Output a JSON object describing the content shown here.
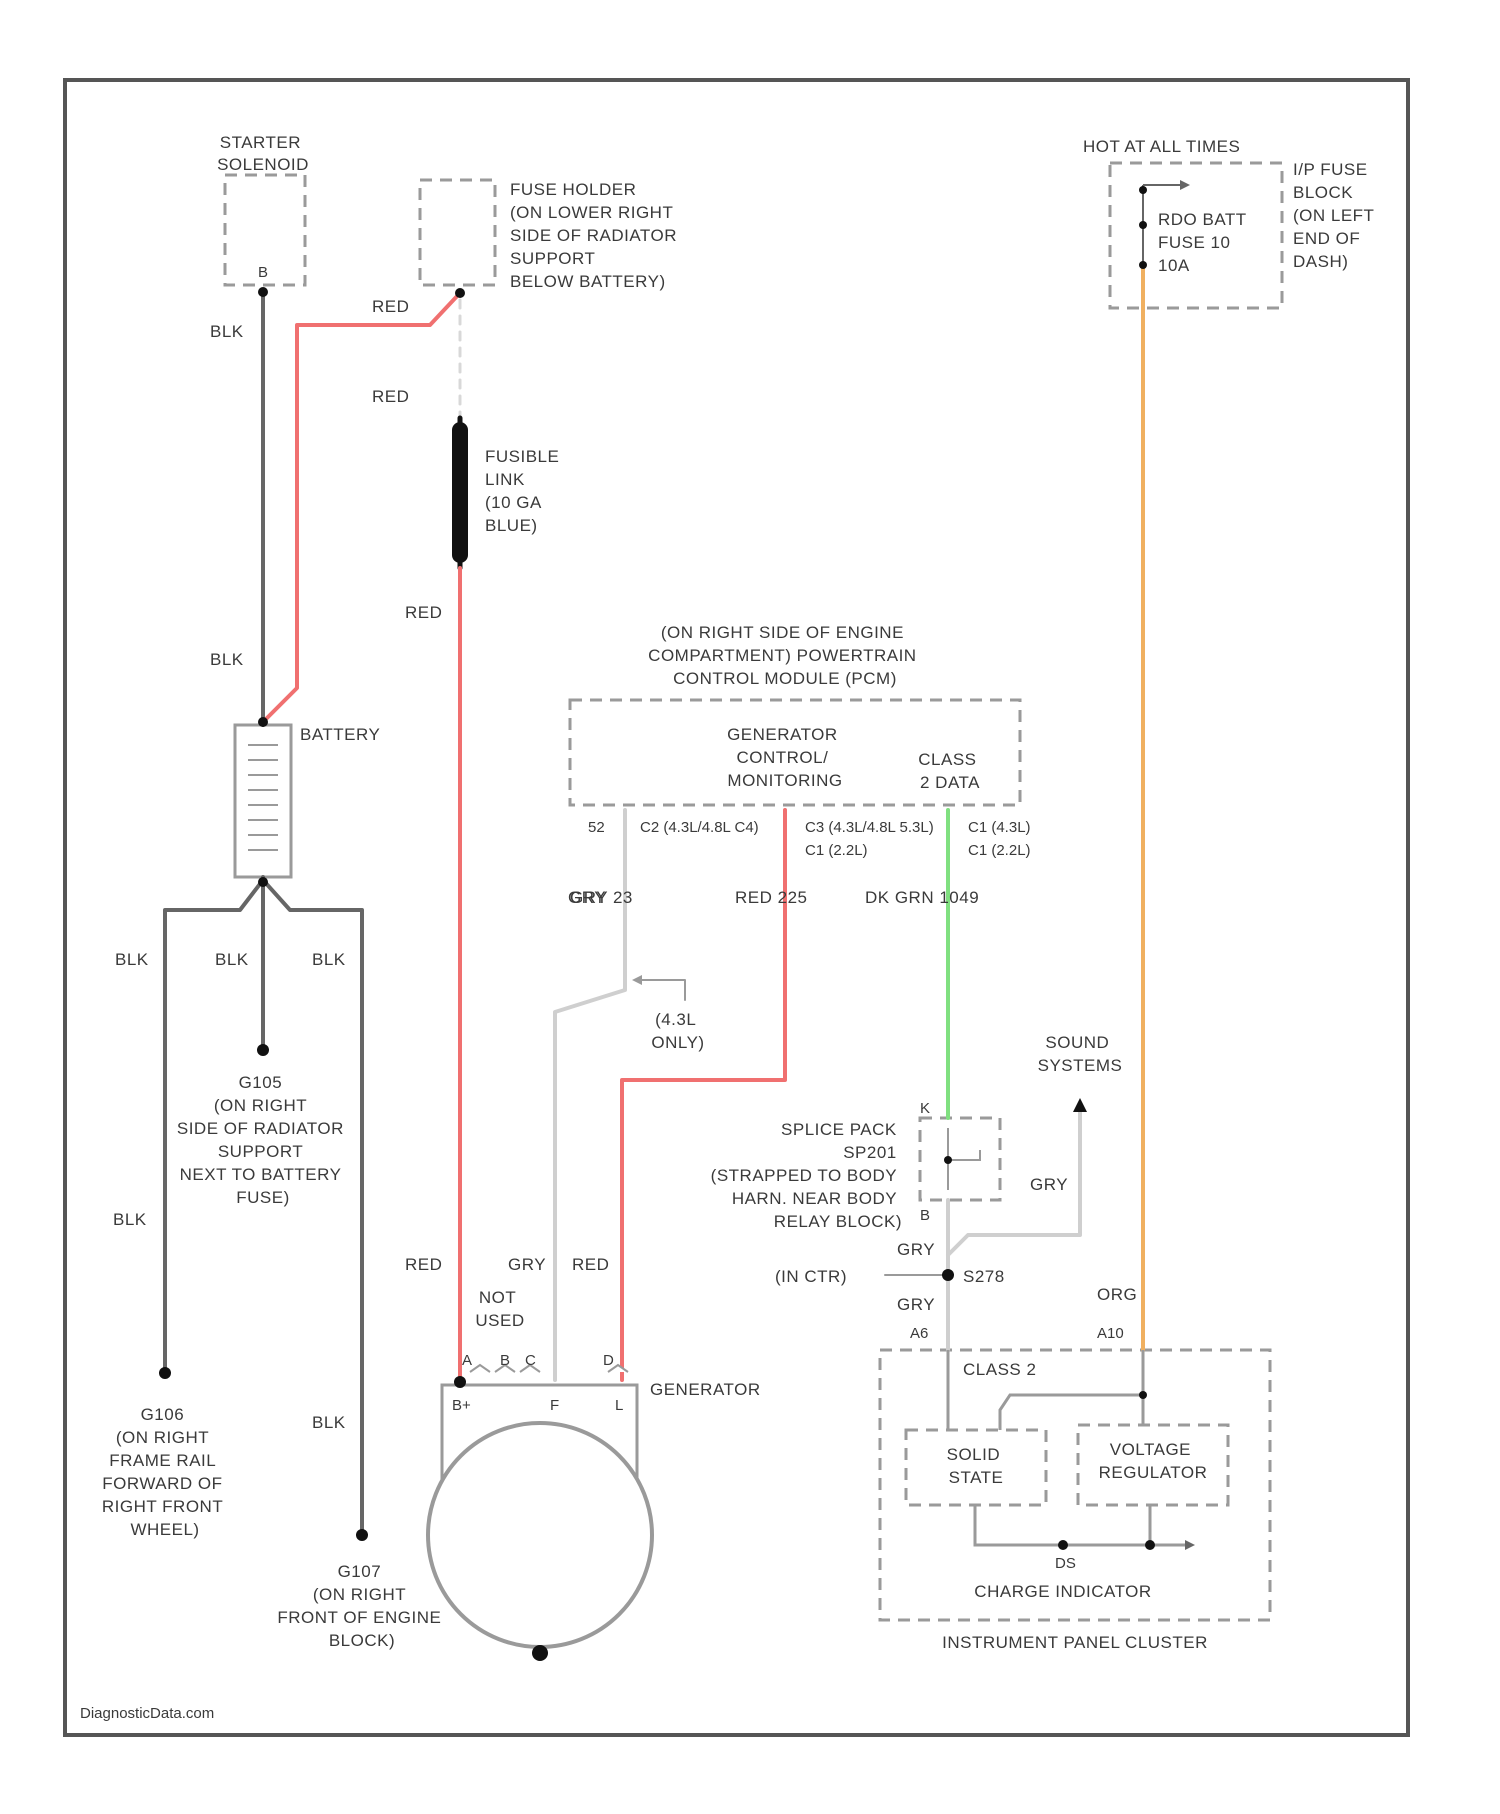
{
  "diagram": {
    "colors": {
      "blk": "#666666",
      "red": "#f07070",
      "gry": "#cfcfcf",
      "grn": "#80e080",
      "org": "#f0b060",
      "border": "#555555",
      "dashed": "#9a9a9a"
    },
    "watermark": "DiagnosticData.com",
    "starter": [
      "STARTER",
      "SOLENOID"
    ],
    "starter_pin": "B",
    "fuse_holder": [
      "FUSE HOLDER",
      "(ON LOWER RIGHT",
      "SIDE OF RADIATOR",
      "SUPPORT",
      "BELOW BATTERY)"
    ],
    "hot_label": "HOT AT ALL TIMES",
    "ip_fuse": [
      "I/P FUSE",
      "BLOCK",
      "(ON LEFT",
      "END OF",
      "DASH)"
    ],
    "fuse_name": [
      "RDO BATT",
      "FUSE 10",
      "10A"
    ],
    "fusible_link": [
      "FUSIBLE",
      "LINK",
      "(10 GA",
      "BLUE)"
    ],
    "battery": "BATTERY",
    "pcm_header": [
      "(ON RIGHT SIDE OF ENGINE",
      "COMPARTMENT) POWERTRAIN",
      "CONTROL MODULE (PCM)"
    ],
    "gen_control": [
      "GENERATOR",
      "CONTROL/",
      "MONITORING"
    ],
    "class2": [
      "CLASS",
      "2 DATA"
    ],
    "pins": {
      "p1": "52",
      "p2": "C2 (4.3L/4.8L C4)",
      "p3": "C3 (4.3L/4.8L 5.3L)",
      "p3b": "C1 (2.2L)",
      "p4": "C1 (4.3L)",
      "p4b": "C1 (2.2L)"
    },
    "wire_labels": {
      "red": "RED",
      "blk": "BLK",
      "gry": "GRY",
      "org": "ORG",
      "gry_21": "GRY   23",
      "red_225": "RED   225",
      "grn_1049": "DK GRN  1049"
    },
    "only_note": [
      "(4.3L",
      "ONLY)"
    ],
    "g105": [
      "G105",
      "(ON RIGHT",
      "SIDE OF RADIATOR",
      "SUPPORT",
      "NEXT TO BATTERY",
      "FUSE)"
    ],
    "g106": [
      "G106",
      "(ON RIGHT",
      "FRAME RAIL",
      "FORWARD OF",
      "RIGHT FRONT",
      "WHEEL)"
    ],
    "g107": [
      "G107",
      "(ON RIGHT",
      "FRONT OF ENGINE",
      "BLOCK)"
    ],
    "sound": [
      "SOUND",
      "SYSTEMS"
    ],
    "splice": [
      "SPLICE PACK",
      "SP201",
      "(STRAPPED TO BODY",
      "HARN. NEAR BODY",
      "RELAY BLOCK)"
    ],
    "splice_pins": [
      "K",
      "B"
    ],
    "s278": "S278",
    "jnc": "(IN CTR)",
    "not_used": [
      "NOT",
      "USED"
    ],
    "generator": "GENERATOR",
    "gen_pins": [
      "A",
      "B",
      "C",
      "D"
    ],
    "gen_terms": [
      "B+",
      "F",
      "L"
    ],
    "ipc_pins": [
      "A6",
      "A10"
    ],
    "ipc_class2": "CLASS 2",
    "solid_state": [
      "SOLID",
      "STATE"
    ],
    "voltage_reg": [
      "VOLTAGE",
      "REGULATOR"
    ],
    "ds": "DS",
    "charge_indicator": "CHARGE INDICATOR",
    "ipc": "INSTRUMENT PANEL CLUSTER"
  }
}
